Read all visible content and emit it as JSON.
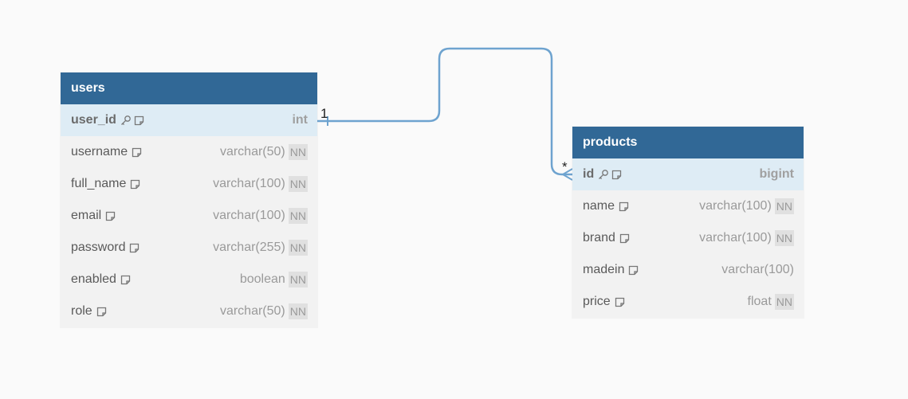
{
  "tables": [
    {
      "name": "users",
      "columns": [
        {
          "name": "user_id",
          "type": "int",
          "pk": true,
          "nn": false
        },
        {
          "name": "username",
          "type": "varchar(50)",
          "pk": false,
          "nn": true
        },
        {
          "name": "full_name",
          "type": "varchar(100)",
          "pk": false,
          "nn": true
        },
        {
          "name": "email",
          "type": "varchar(100)",
          "pk": false,
          "nn": true
        },
        {
          "name": "password",
          "type": "varchar(255)",
          "pk": false,
          "nn": true
        },
        {
          "name": "enabled",
          "type": "boolean",
          "pk": false,
          "nn": true
        },
        {
          "name": "role",
          "type": "varchar(50)",
          "pk": false,
          "nn": true
        }
      ]
    },
    {
      "name": "products",
      "columns": [
        {
          "name": "id",
          "type": "bigint",
          "pk": true,
          "nn": false
        },
        {
          "name": "name",
          "type": "varchar(100)",
          "pk": false,
          "nn": true
        },
        {
          "name": "brand",
          "type": "varchar(100)",
          "pk": false,
          "nn": true
        },
        {
          "name": "madein",
          "type": "varchar(100)",
          "pk": false,
          "nn": false
        },
        {
          "name": "price",
          "type": "float",
          "pk": false,
          "nn": true
        }
      ]
    }
  ],
  "nn_label": "NN",
  "relation": {
    "from_cardinality": "1",
    "to_cardinality": "*"
  },
  "colors": {
    "header": "#316896",
    "pk_row": "#deecf5",
    "row": "#f2f2f2",
    "relation_line": "#5b9bd5"
  },
  "icons": {
    "primary_key": "key-icon",
    "note": "note-icon"
  }
}
